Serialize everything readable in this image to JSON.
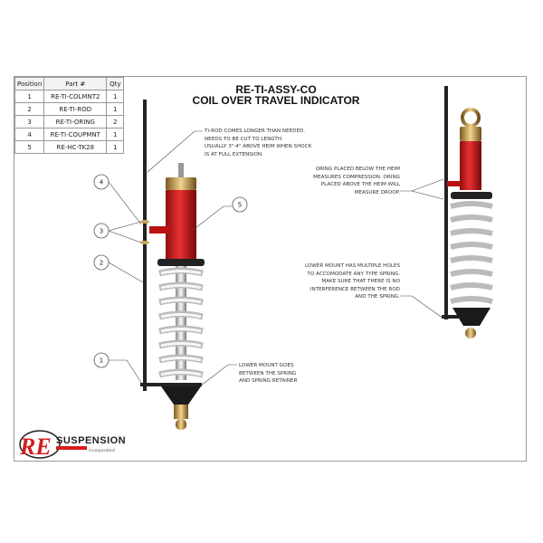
{
  "bom_table": {
    "headers": [
      "Position",
      "Part #",
      "Qty"
    ],
    "rows": [
      [
        "1",
        "RE-TI-COLMNT2",
        "1"
      ],
      [
        "2",
        "RE-TI-ROD",
        "1"
      ],
      [
        "3",
        "RE-TI-ORING",
        "2"
      ],
      [
        "4",
        "RE-TI-COUPMNT",
        "1"
      ],
      [
        "5",
        "RE-HC-TK28",
        "1"
      ]
    ]
  },
  "title": {
    "line1": "RE-TI-ASSY-CO",
    "line2": "COIL OVER TRAVEL INDICATOR"
  },
  "notes": {
    "rod": [
      "TI-ROD COMES LONGER THAN NEEDED.",
      "NEEDS TO BE CUT TO LENGTH.",
      "USUALLY 3\"-4\" ABOVE HEIM WHEN SHOCK",
      "IS AT FULL EXTENSION."
    ],
    "oring": [
      "ORING PLACED BELOW THE HEIM",
      "MEASURES COMPRESSION. ORING",
      "PLACED ABOVE THE HEIM WILL",
      "MEASURE DROOP."
    ],
    "lower_holes": [
      "LOWER MOUNT HAS MULTIPLE HOLES",
      "TO ACCOMODATE ANY TYPE SPRING.",
      "MAKE SURE THAT THERE IS NO",
      "INTERFERENCE BETWEEN THE ROD",
      "AND THE SPRING."
    ],
    "lower_mount": [
      "LOWER MOUNT GOES",
      "BETWEEN THE SPRING",
      "AND SPRING RETAINER"
    ]
  },
  "balloons": [
    "1",
    "2",
    "3",
    "4",
    "5"
  ],
  "logo": {
    "mark": "RE",
    "name": "SUSPENSION",
    "sub": "incorporated"
  },
  "colors": {
    "shock_red": "#d41e1e",
    "gold": "#c9a45a",
    "spring": "#e8e8e8"
  }
}
